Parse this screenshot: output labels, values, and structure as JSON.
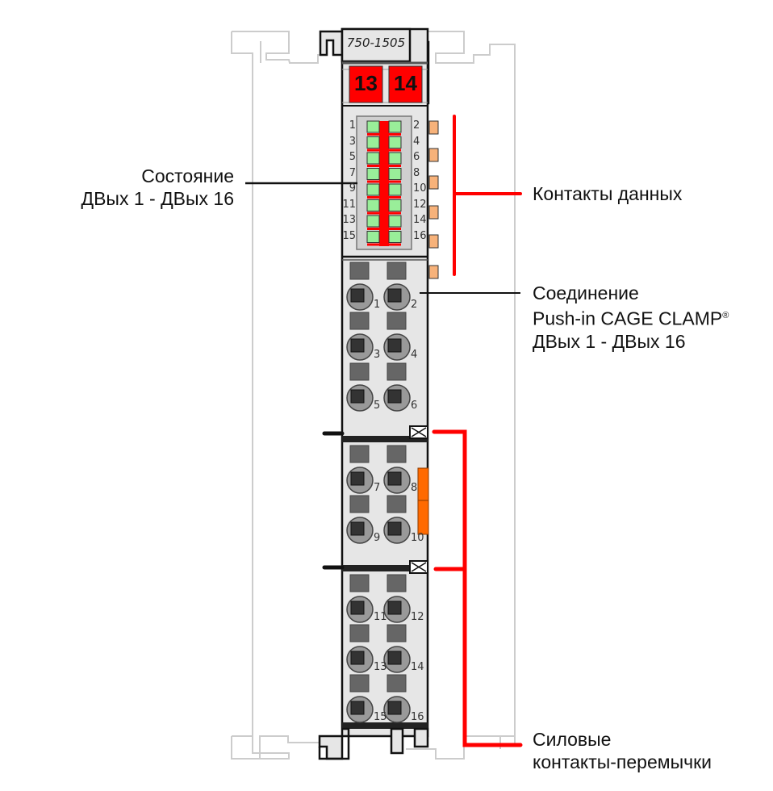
{
  "device": {
    "model": "750-1505",
    "top_markers": [
      "13",
      "14"
    ],
    "led_numbers_left": [
      "1",
      "3",
      "5",
      "7",
      "9",
      "11",
      "13",
      "15"
    ],
    "led_numbers_right": [
      "2",
      "4",
      "6",
      "8",
      "10",
      "12",
      "14",
      "16"
    ],
    "terminal_blocks": [
      {
        "left": [
          "1",
          "3",
          "5"
        ],
        "right": [
          "2",
          "4",
          "6"
        ]
      },
      {
        "left": [
          "7",
          "9"
        ],
        "right": [
          "8",
          "10"
        ]
      },
      {
        "left": [
          "11",
          "13",
          "15"
        ],
        "right": [
          "12",
          "14",
          "16"
        ]
      }
    ],
    "colors": {
      "marker_red": "#ff0000",
      "led_green": "#99ee99",
      "led_bar_red": "#ff0000",
      "data_contact_orange": "#f7b27a",
      "jumper_orange": "#ff6a00",
      "housing": "#e6e6e6",
      "callout_red": "#ff0000"
    }
  },
  "callouts": {
    "status": {
      "line1": "Состояние",
      "line2": "ДВых 1 - ДВых 16"
    },
    "data_contacts": {
      "line1": "Контакты данных"
    },
    "connection": {
      "line1": "Соединение",
      "line2": "Push-in CAGE CLAMP",
      "line2_sup": "®",
      "line3": "ДВых 1 - ДВых 16"
    },
    "power_jumpers": {
      "line1": "Силовые",
      "line2": "контакты-перемычки"
    }
  }
}
